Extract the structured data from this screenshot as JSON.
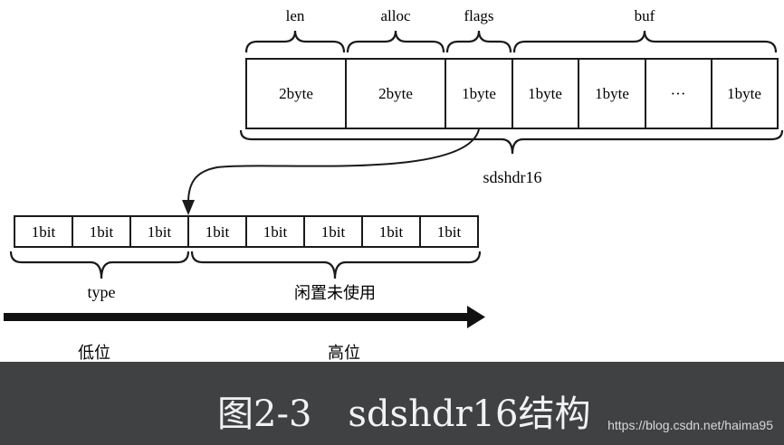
{
  "top_fields": [
    {
      "label": "len"
    },
    {
      "label": "alloc"
    },
    {
      "label": "flags"
    },
    {
      "label": "buf"
    }
  ],
  "top_cells": [
    "2byte",
    "2byte",
    "1byte",
    "1byte",
    "1byte",
    "···",
    "1byte"
  ],
  "struct_label": "sdshdr16",
  "bit_cells": [
    "1bit",
    "1bit",
    "1bit",
    "1bit",
    "1bit",
    "1bit",
    "1bit",
    "1bit"
  ],
  "bit_groups": [
    {
      "label": "type"
    },
    {
      "label": "闲置未使用"
    }
  ],
  "direction": {
    "low": "低位",
    "high": "高位"
  },
  "caption": "图2-3　sdshdr16结构",
  "watermark": "https://blog.csdn.net/haima95",
  "colors": {
    "caption_bar": "#3f4143",
    "caption_text": "#f2f2f2",
    "line": "#1a1a1a"
  }
}
